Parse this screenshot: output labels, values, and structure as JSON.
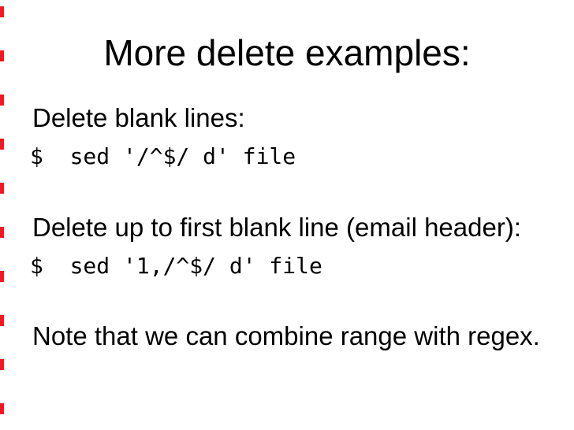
{
  "slide": {
    "title": "More delete examples:",
    "sections": [
      {
        "label": "Delete blank lines:",
        "command": "$  sed '/^$/ d' file"
      },
      {
        "label": "Delete up to first blank line (email header):",
        "command": "$  sed '1,/^$/ d' file"
      }
    ],
    "note": "Note that we can combine range with regex.",
    "colors": {
      "accent": "#ed1c24",
      "text": "#000000",
      "background": "#ffffff"
    }
  }
}
